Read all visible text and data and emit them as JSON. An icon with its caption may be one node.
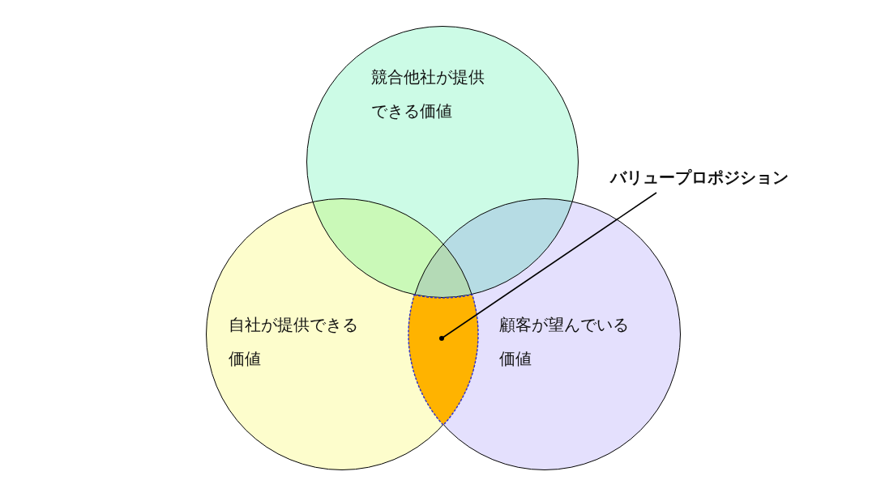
{
  "diagram": {
    "nodes": [
      {
        "text": [
          "競合他社が提供できる価値"
        ]
      },
      {
        "text": [
          "自社が提供できる価値"
        ]
      },
      {
        "text": [
          "顧客が望んでいる価値"
        ]
      },
      {
        "text": [],
        "shape": "lens"
      },
      {
        "text": [
          "バリュープロポジション"
        ]
      }
    ],
    "edges": [
      {
        "from": 4,
        "to": 3,
        "arrow": "other"
      }
    ]
  }
}
